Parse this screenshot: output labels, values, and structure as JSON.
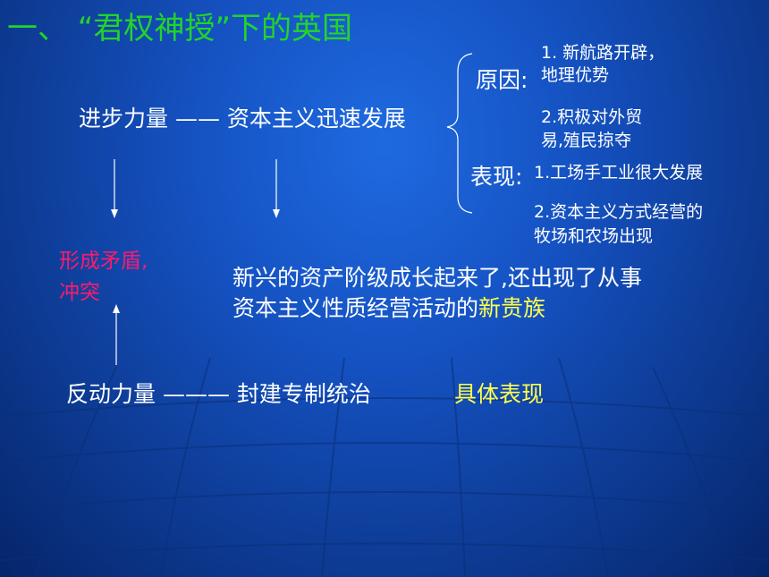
{
  "title": "一、 “君权神授”下的英国",
  "progress": "进步力量 —— 资本主义迅速发展",
  "causes": {
    "label": "原因:",
    "item1_line1": "1. 新航路开辟，",
    "item1_line2": "地理优势",
    "item2_line1": "2.积极对外贸",
    "item2_line2": "易,殖民掠夺"
  },
  "manifestations": {
    "label": "表现:",
    "item1": "1.工场手工业很大发展",
    "item2_line1": "2.资本主义方式经营的",
    "item2_line2": "牧场和农场出现"
  },
  "conflict": {
    "line1": "形成矛盾,",
    "line2": "冲突"
  },
  "new_class": {
    "line1": "新兴的资产阶级成长起来了,还出现了从事",
    "line2_prefix": "资本主义性质经营活动的",
    "line2_highlight": "新贵族"
  },
  "reaction": "反动力量  ———  封建专制统治",
  "specific": "具体表现",
  "colors": {
    "title": "#22d42a",
    "conflict": "#ff1a6c",
    "highlight": "#ffff4d",
    "background": "#1552c2"
  }
}
